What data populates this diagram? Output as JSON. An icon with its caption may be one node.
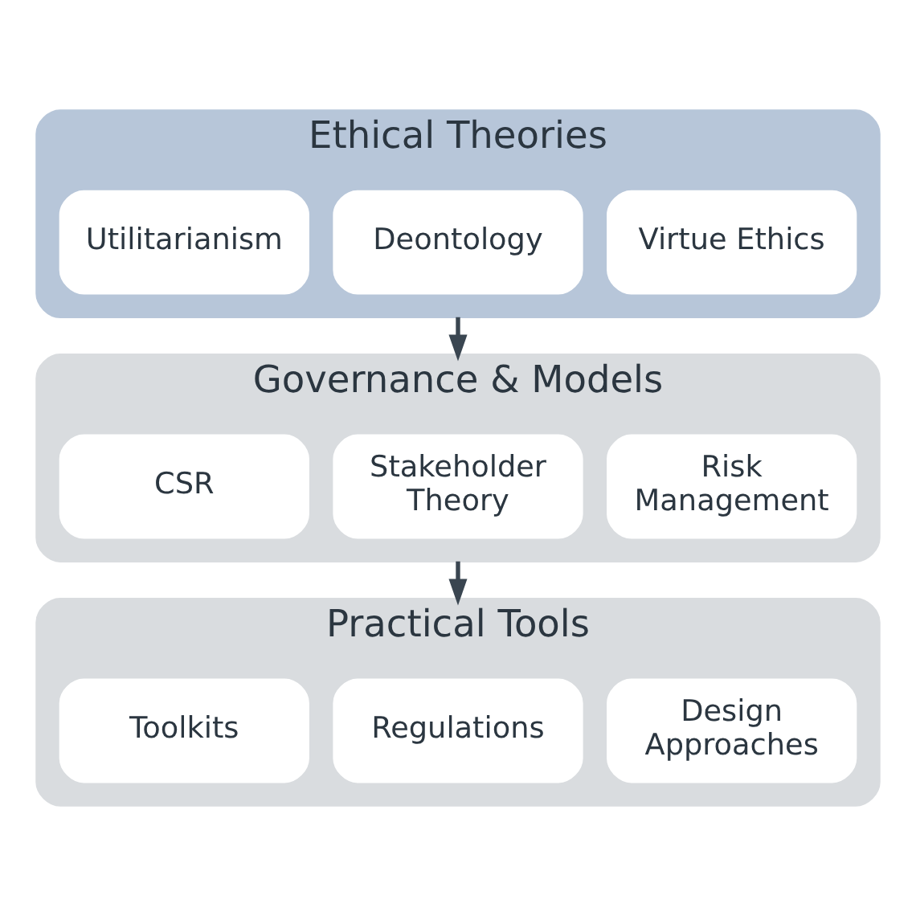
{
  "diagram": {
    "nodes": [
      {
        "text": [
          "Ethical Theories"
        ]
      },
      {
        "text": [
          "Utilitarianism"
        ],
        "in": 0
      },
      {
        "text": [
          "Deontology"
        ],
        "in": 0
      },
      {
        "text": [
          "Virtue Ethics"
        ],
        "in": 0
      },
      {
        "text": [
          "Governance & Models"
        ]
      },
      {
        "text": [
          "CSR"
        ],
        "in": 4
      },
      {
        "text": [
          "Stakeholder Theory"
        ],
        "in": 4
      },
      {
        "text": [
          "Risk Management"
        ],
        "in": 4
      },
      {
        "text": [
          "Practical Tools"
        ]
      },
      {
        "text": [
          "Toolkits"
        ],
        "in": 8
      },
      {
        "text": [
          "Regulations"
        ],
        "in": 8
      },
      {
        "text": [
          "Design Approaches"
        ],
        "in": 8
      }
    ],
    "edges": [
      {
        "from": 0,
        "to": 4,
        "arrow": "to"
      },
      {
        "from": 4,
        "to": 8,
        "arrow": "to"
      }
    ]
  }
}
